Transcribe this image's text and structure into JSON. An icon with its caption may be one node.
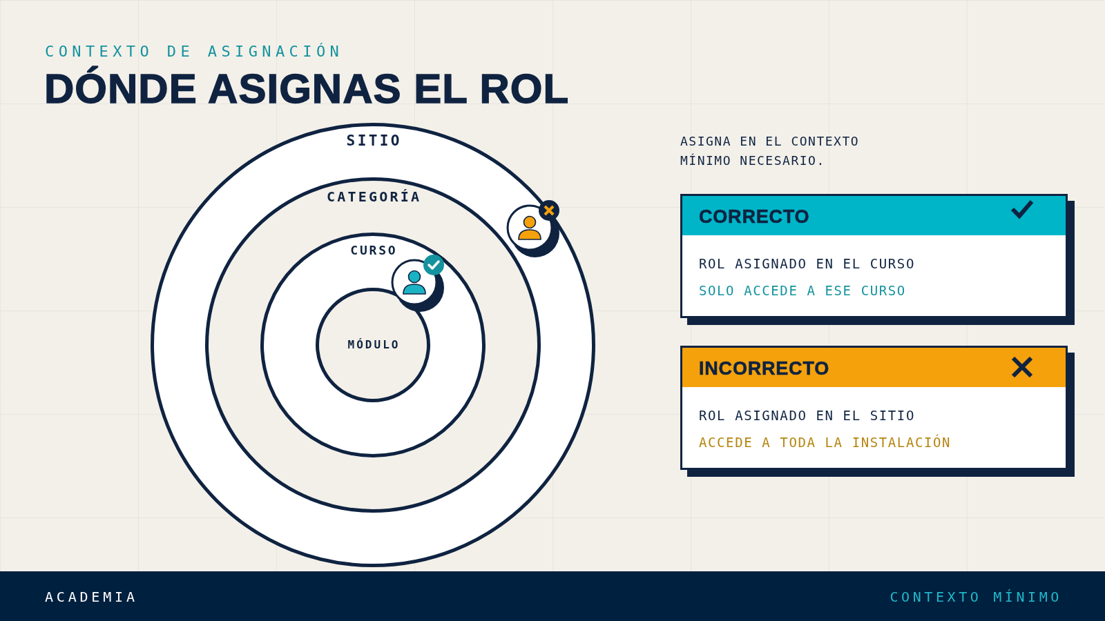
{
  "diagram": {
    "title": "DÓNDE ASIGNAS EL ROL",
    "nodes": [
      {
        "text": [
          "SITIO"
        ]
      },
      {
        "text": [
          "CATEGORÍA"
        ],
        "in": 0
      },
      {
        "text": [
          "CURSO"
        ],
        "in": 1
      },
      {
        "text": [
          "MÓDULO"
        ],
        "in": 2
      },
      {
        "text": [
          "CORRECTO",
          "ROL ASIGNADO EN EL CURSO",
          "SOLO ACCEDE A ESE CURSO"
        ]
      },
      {
        "text": [
          "INCORRECTO",
          "ROL ASIGNADO EN EL SITIO",
          "ACCEDE A TODA LA INSTALACIÓN"
        ]
      }
    ],
    "labels": [
      "CONTEXTO DE ASIGNACIÓN",
      "ASIGNA EN EL CONTEXTO MÍNIMO NECESARIO.",
      "ACADEMIA",
      "CONTEXTO MÍNIMO"
    ]
  }
}
